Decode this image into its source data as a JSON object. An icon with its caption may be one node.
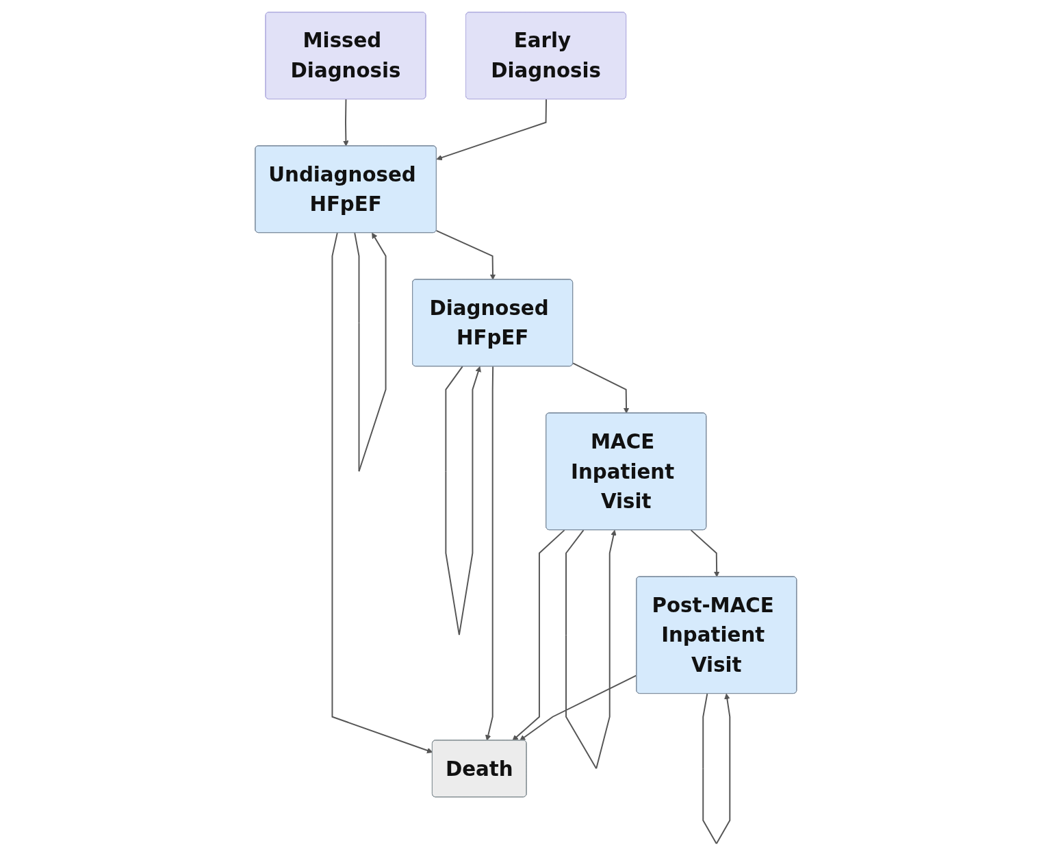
{
  "diagram": {
    "nodes": [
      {
        "text": [
          "Missed Diagnosis"
        ]
      },
      {
        "text": [
          "Early Diagnosis"
        ]
      },
      {
        "text": [
          "Death"
        ]
      },
      {
        "text": [
          "Undiagnosed HFpEF"
        ]
      },
      {
        "text": [
          "Diagnosed HFpEF"
        ]
      },
      {
        "text": [
          "MACE Inpatient Visit"
        ]
      },
      {
        "text": [
          "Post-MACE Inpatient Visit"
        ]
      }
    ],
    "edges": [
      {
        "from": 0,
        "to": 3,
        "arrow": "to"
      },
      {
        "from": 1,
        "to": 3,
        "arrow": "to"
      },
      {
        "from": 3,
        "to": 3,
        "arrow": "to"
      },
      {
        "from": 3,
        "to": 2,
        "arrow": "to"
      },
      {
        "from": 3,
        "to": 4,
        "arrow": "to"
      },
      {
        "from": 4,
        "to": 4,
        "arrow": "to"
      },
      {
        "from": 4,
        "to": 2,
        "arrow": "to"
      },
      {
        "from": 4,
        "to": 5,
        "arrow": "to"
      },
      {
        "from": 5,
        "to": 5,
        "arrow": "to"
      },
      {
        "from": 5,
        "to": 2,
        "arrow": "to"
      },
      {
        "from": 5,
        "to": 6,
        "arrow": "to"
      },
      {
        "from": 6,
        "to": 6,
        "arrow": "to"
      },
      {
        "from": 6,
        "to": 2,
        "arrow": "to"
      }
    ]
  }
}
